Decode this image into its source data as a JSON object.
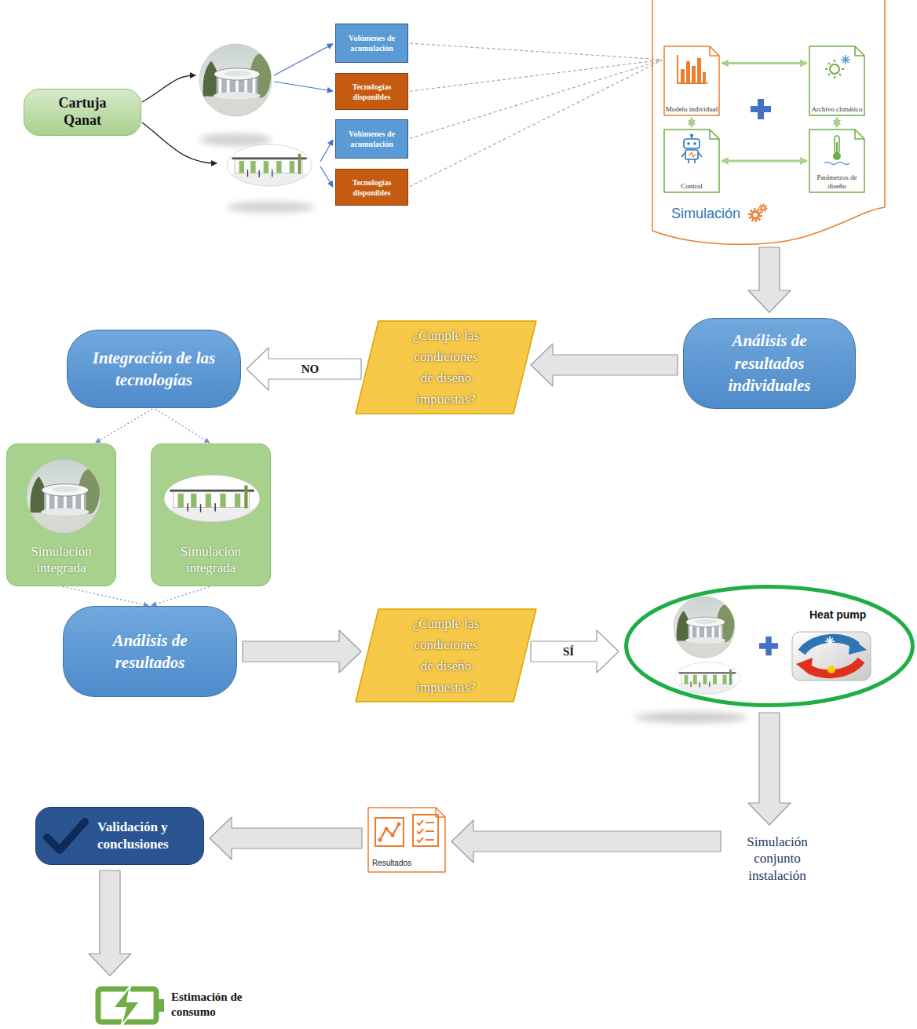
{
  "diagram": {
    "nodes": [
      {
        "text": [
          "Cartuja Qanat"
        ]
      },
      {
        "text": [
          "Volúmenes de acumulación"
        ]
      },
      {
        "text": [
          "Tecnologías disponibles"
        ]
      },
      {
        "text": [
          "Volúmenes de acumulación"
        ]
      },
      {
        "text": [
          "Tecnologías disponibles"
        ]
      },
      {
        "text": [
          "Simulación"
        ]
      },
      {
        "text": [
          "Modelo individual"
        ],
        "in": 5
      },
      {
        "text": [
          "Archivo climático"
        ],
        "in": 5
      },
      {
        "text": [
          "Control"
        ],
        "in": 5
      },
      {
        "text": [
          "Parámetros de diseño"
        ],
        "in": 5
      },
      {
        "text": [
          "Análisis de resultados individuales"
        ]
      },
      {
        "text": [
          "¿Cumple las condiciones de diseño impuestas?"
        ]
      },
      {
        "text": [
          "Integración de las tecnologías"
        ]
      },
      {
        "text": [
          "Simulación integrada"
        ]
      },
      {
        "text": [
          "Simulación integrada"
        ]
      },
      {
        "text": [
          "Análisis de resultados"
        ]
      },
      {
        "text": [
          "¿Cumple las condiciones de diseño impuestas?"
        ]
      },
      {
        "text": [
          "Heat pump"
        ]
      },
      {
        "text": [
          "Simulación conjunto instalación"
        ]
      },
      {
        "text": [
          "Resultados"
        ]
      },
      {
        "text": [
          "Validación y conclusiones"
        ]
      },
      {
        "text": [
          "Estimación de consumo"
        ]
      }
    ],
    "edges": [
      {
        "from": 1,
        "to": 6,
        "arrow": "none"
      },
      {
        "from": 2,
        "to": 6,
        "arrow": "none"
      },
      {
        "from": 3,
        "to": 6,
        "arrow": "none"
      },
      {
        "from": 4,
        "to": 6,
        "arrow": "none"
      },
      {
        "from": 6,
        "to": 7,
        "arrow": "both"
      },
      {
        "from": 6,
        "to": 8,
        "arrow": "both"
      },
      {
        "from": 7,
        "to": 9,
        "arrow": "both"
      },
      {
        "from": 8,
        "to": 9,
        "arrow": "both"
      },
      {
        "from": 5,
        "to": 10,
        "arrow": "to"
      },
      {
        "from": 10,
        "to": 11,
        "arrow": "to"
      },
      {
        "from": 11,
        "to": 12,
        "arrow": "to",
        "label": "NO"
      },
      {
        "from": 12,
        "to": 13,
        "arrow": "to"
      },
      {
        "from": 12,
        "to": 14,
        "arrow": "to"
      },
      {
        "from": 13,
        "to": 15,
        "arrow": "to"
      },
      {
        "from": 14,
        "to": 15,
        "arrow": "to"
      },
      {
        "from": 15,
        "to": 16,
        "arrow": "to"
      },
      {
        "from": 16,
        "to": 17,
        "arrow": "to",
        "label": "SÍ"
      },
      {
        "from": 17,
        "to": 18,
        "arrow": "to"
      },
      {
        "from": 18,
        "to": 19,
        "arrow": "to"
      },
      {
        "from": 19,
        "to": 20,
        "arrow": "to"
      },
      {
        "from": 20,
        "to": 21,
        "arrow": "to"
      }
    ]
  }
}
